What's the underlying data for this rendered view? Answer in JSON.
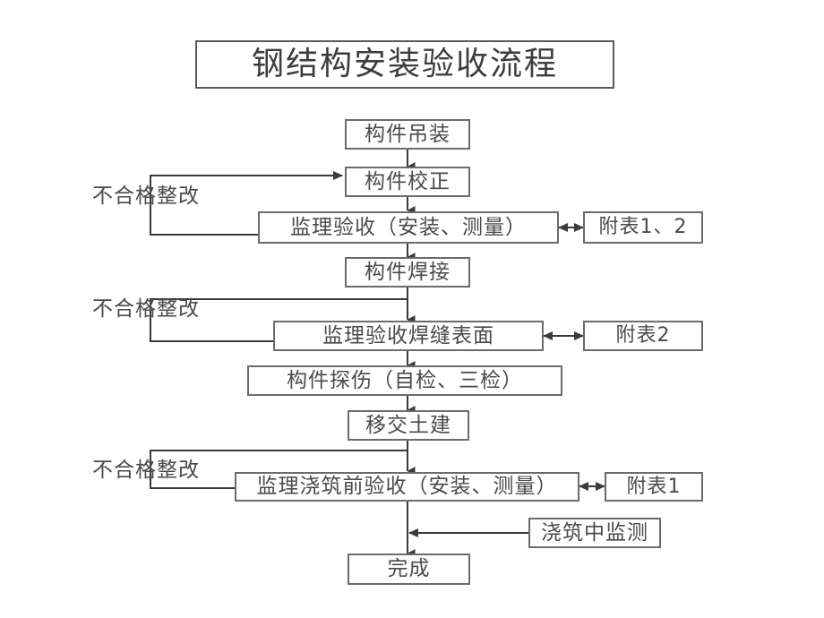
{
  "document": {
    "title": "钢结构安装验收流程",
    "kind": "flowchart"
  },
  "nodes": {
    "hoisting": "构件吊装",
    "correction": "构件校正",
    "acceptance_install": "监理验收（安装、测量）",
    "annex_1_2": "附表1、2",
    "welding": "构件焊接",
    "acceptance_weld": "监理验收焊缝表面",
    "annex_2": "附表2",
    "flaw_detection": "构件探伤（自检、三检）",
    "handover": "移交土建",
    "acceptance_precast": "监理浇筑前验收（安装、测量）",
    "annex_1": "附表1",
    "monitor_pouring": "浇筑中监测",
    "complete": "完成"
  },
  "loop_labels": {
    "rework_1": "不合格整改",
    "rework_2": "不合格整改",
    "rework_3": "不合格整改"
  },
  "colors": {
    "box_border": "#6b6b6b",
    "wire": "#3a3a3a",
    "text": "#4a4a4a",
    "background": "#ffffff"
  }
}
